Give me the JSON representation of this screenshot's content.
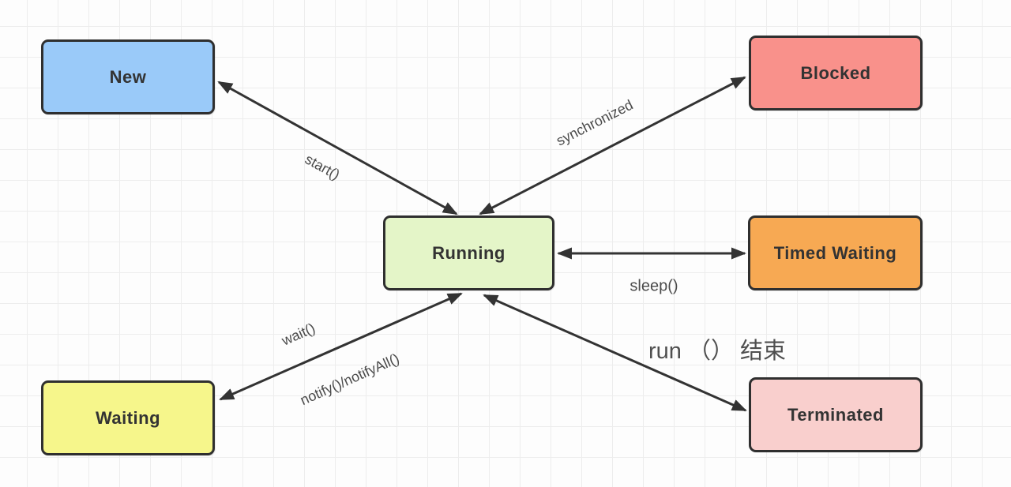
{
  "diagram": {
    "type": "state-diagram",
    "nodes": {
      "new": {
        "label": "New",
        "fill": "#9ACAF9"
      },
      "blocked": {
        "label": "Blocked",
        "fill": "#F9918B"
      },
      "running": {
        "label": "Running",
        "fill": "#E4F5C8"
      },
      "timed_waiting": {
        "label": "Timed Waiting",
        "fill": "#F7A953"
      },
      "waiting": {
        "label": "Waiting",
        "fill": "#F6F68B"
      },
      "terminated": {
        "label": "Terminated",
        "fill": "#F9CFCD"
      }
    },
    "edges": {
      "start": {
        "from": "new",
        "to": "running",
        "label": "start()",
        "bidirectional": true
      },
      "sync": {
        "from": "running",
        "to": "blocked",
        "label": "synchronized",
        "bidirectional": true
      },
      "sleep": {
        "from": "running",
        "to": "timed_waiting",
        "label": "sleep()",
        "bidirectional": true
      },
      "wait": {
        "from": "waiting",
        "to": "running",
        "label": "wait()",
        "bidirectional": true
      },
      "notify": {
        "from": "waiting",
        "to": "running",
        "label": "notify()/notifyAll()",
        "bidirectional": true
      },
      "run_finish": {
        "from": "running",
        "to": "terminated",
        "label": "run （） 结束",
        "bidirectional": true
      }
    },
    "colors": {
      "node_border": "#2f2f2f",
      "arrow": "#333333",
      "edge_label_text": "#4a4a4a",
      "node_text": "#333333",
      "grid_line": "#ededed",
      "background": "#fdfdfd"
    }
  }
}
